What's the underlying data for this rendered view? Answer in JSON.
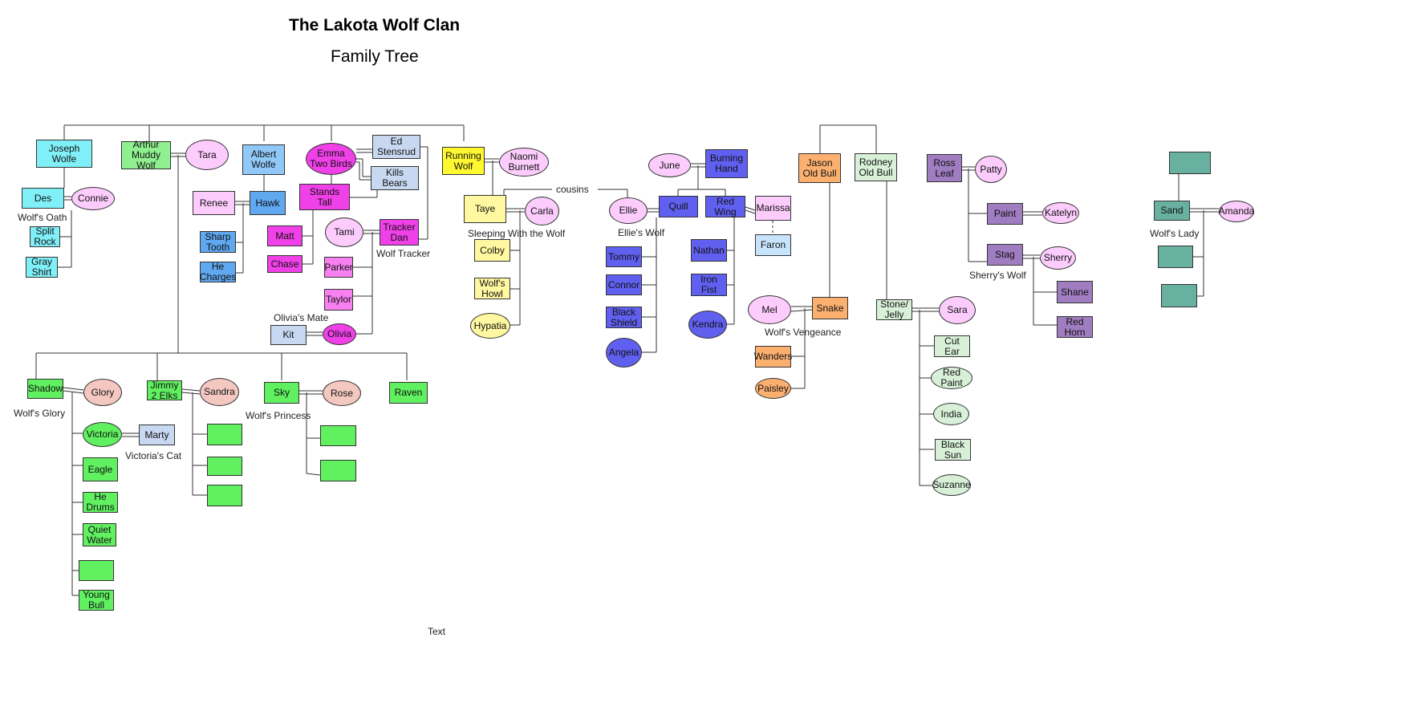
{
  "title": "The Lakota Wolf Clan",
  "subtitle": "Family Tree",
  "colors": {
    "cyan": "#80f0f8",
    "green_light": "#90f090",
    "blue_light": "#90c8f8",
    "magenta": "#f040e8",
    "magenta_light": "#f880f0",
    "pink": "#fcccfc",
    "yellow": "#fff830",
    "yellow_light": "#fff8a0",
    "slate": "#c8d8f0",
    "blue_purple": "#6060f0",
    "orange": "#fcb070",
    "mint": "#d8f0d8",
    "purple": "#a07cc0",
    "teal": "#68b0a0",
    "green": "#60f060",
    "salmon": "#f4c8c0"
  },
  "nodes": {
    "joseph": "Joseph Wolfe",
    "des": "Des",
    "connie": "Connie",
    "split_rock": "Split Rock",
    "gray_shirt": "Gray Shirt",
    "arthur": "Arthur Muddy Wolf",
    "tara": "Tara",
    "albert": "Albert Wolfe",
    "hawk": "Hawk",
    "renee": "Renee",
    "sharp_tooth": "Sharp Tooth",
    "he_charges": "He Charges",
    "emma": "Emma Two Birds",
    "ed": "Ed Stensrud",
    "kills_bears": "Kills Bears",
    "stands_tall": "Stands Tall",
    "matt": "Matt",
    "chase": "Chase",
    "tami": "Tami",
    "tracker_dan": "Tracker Dan",
    "parker": "Parker",
    "taylor": "Taylor",
    "kit": "Kit",
    "olivia": "Olivia",
    "running_wolf": "Running Wolf",
    "naomi": "Naomi Burnett",
    "taye": "Taye",
    "carla": "Carla",
    "colby": "Colby",
    "wolfs_howl": "Wolf's Howl",
    "hypatia": "Hypatia",
    "june": "June",
    "burning_hand": "Burning Hand",
    "quill": "Quill",
    "ellie": "Ellie",
    "red_wing": "Red Wing",
    "marissa": "Marissa",
    "faron": "Faron",
    "tommy": "Tommy",
    "connor": "Connor",
    "black_shield": "Black Shield",
    "angela": "Angela",
    "nathan": "Nathan",
    "iron_fist": "Iron Fist",
    "kendra": "Kendra",
    "jason": "Jason Old Bull",
    "rodney": "Rodney Old Bull",
    "mel": "Mel",
    "snake": "Snake",
    "wanders": "Wanders",
    "paisley": "Paisley",
    "stone_jelly": "Stone/ Jelly",
    "sara": "Sara",
    "cut_ear": "Cut Ear",
    "red_paint": "Red Paint",
    "india": "India",
    "black_sun": "Black Sun",
    "suzanne": "Suzanne",
    "ross": "Ross Leaf",
    "patty": "Patty",
    "paint": "Paint",
    "katelyn": "Katelyn",
    "stag": "Stag",
    "sherry": "Sherry",
    "shane": "Shane",
    "red_horn": "Red Horn",
    "teal_top": "",
    "sand": "Sand",
    "amanda": "Amanda",
    "teal_2": "",
    "teal_3": "",
    "shadow": "Shadow",
    "glory": "Glory",
    "victoria": "Victoria",
    "marty": "Marty",
    "eagle": "Eagle",
    "he_drums": "He Drums",
    "quiet_water": "Quiet Water",
    "blank_green": "",
    "young_bull": "Young Bull",
    "jimmy": "Jimmy 2 Elks",
    "sandra": "Sandra",
    "jimmy_c1": "",
    "jimmy_c2": "",
    "jimmy_c3": "",
    "sky": "Sky",
    "rose": "Rose",
    "sky_c1": "",
    "sky_c2": "",
    "raven": "Raven"
  },
  "labels": {
    "wolfs_oath": "Wolf's Oath",
    "olivias_mate": "Olivia's Mate",
    "wolf_tracker": "Wolf Tracker",
    "sleeping_with_the_wolf": "Sleeping With the Wolf",
    "cousins": "cousins",
    "ellies_wolf": "Ellie's Wolf",
    "wolfs_vengeance": "Wolf's Vengeance",
    "sherrys_wolf": "Sherry's Wolf",
    "wolfs_lady": "Wolf's Lady",
    "wolfs_glory": "Wolf's Glory",
    "victorias_cat": "Victoria's Cat",
    "wolfs_princess": "Wolf's Princess",
    "text": "Text"
  }
}
